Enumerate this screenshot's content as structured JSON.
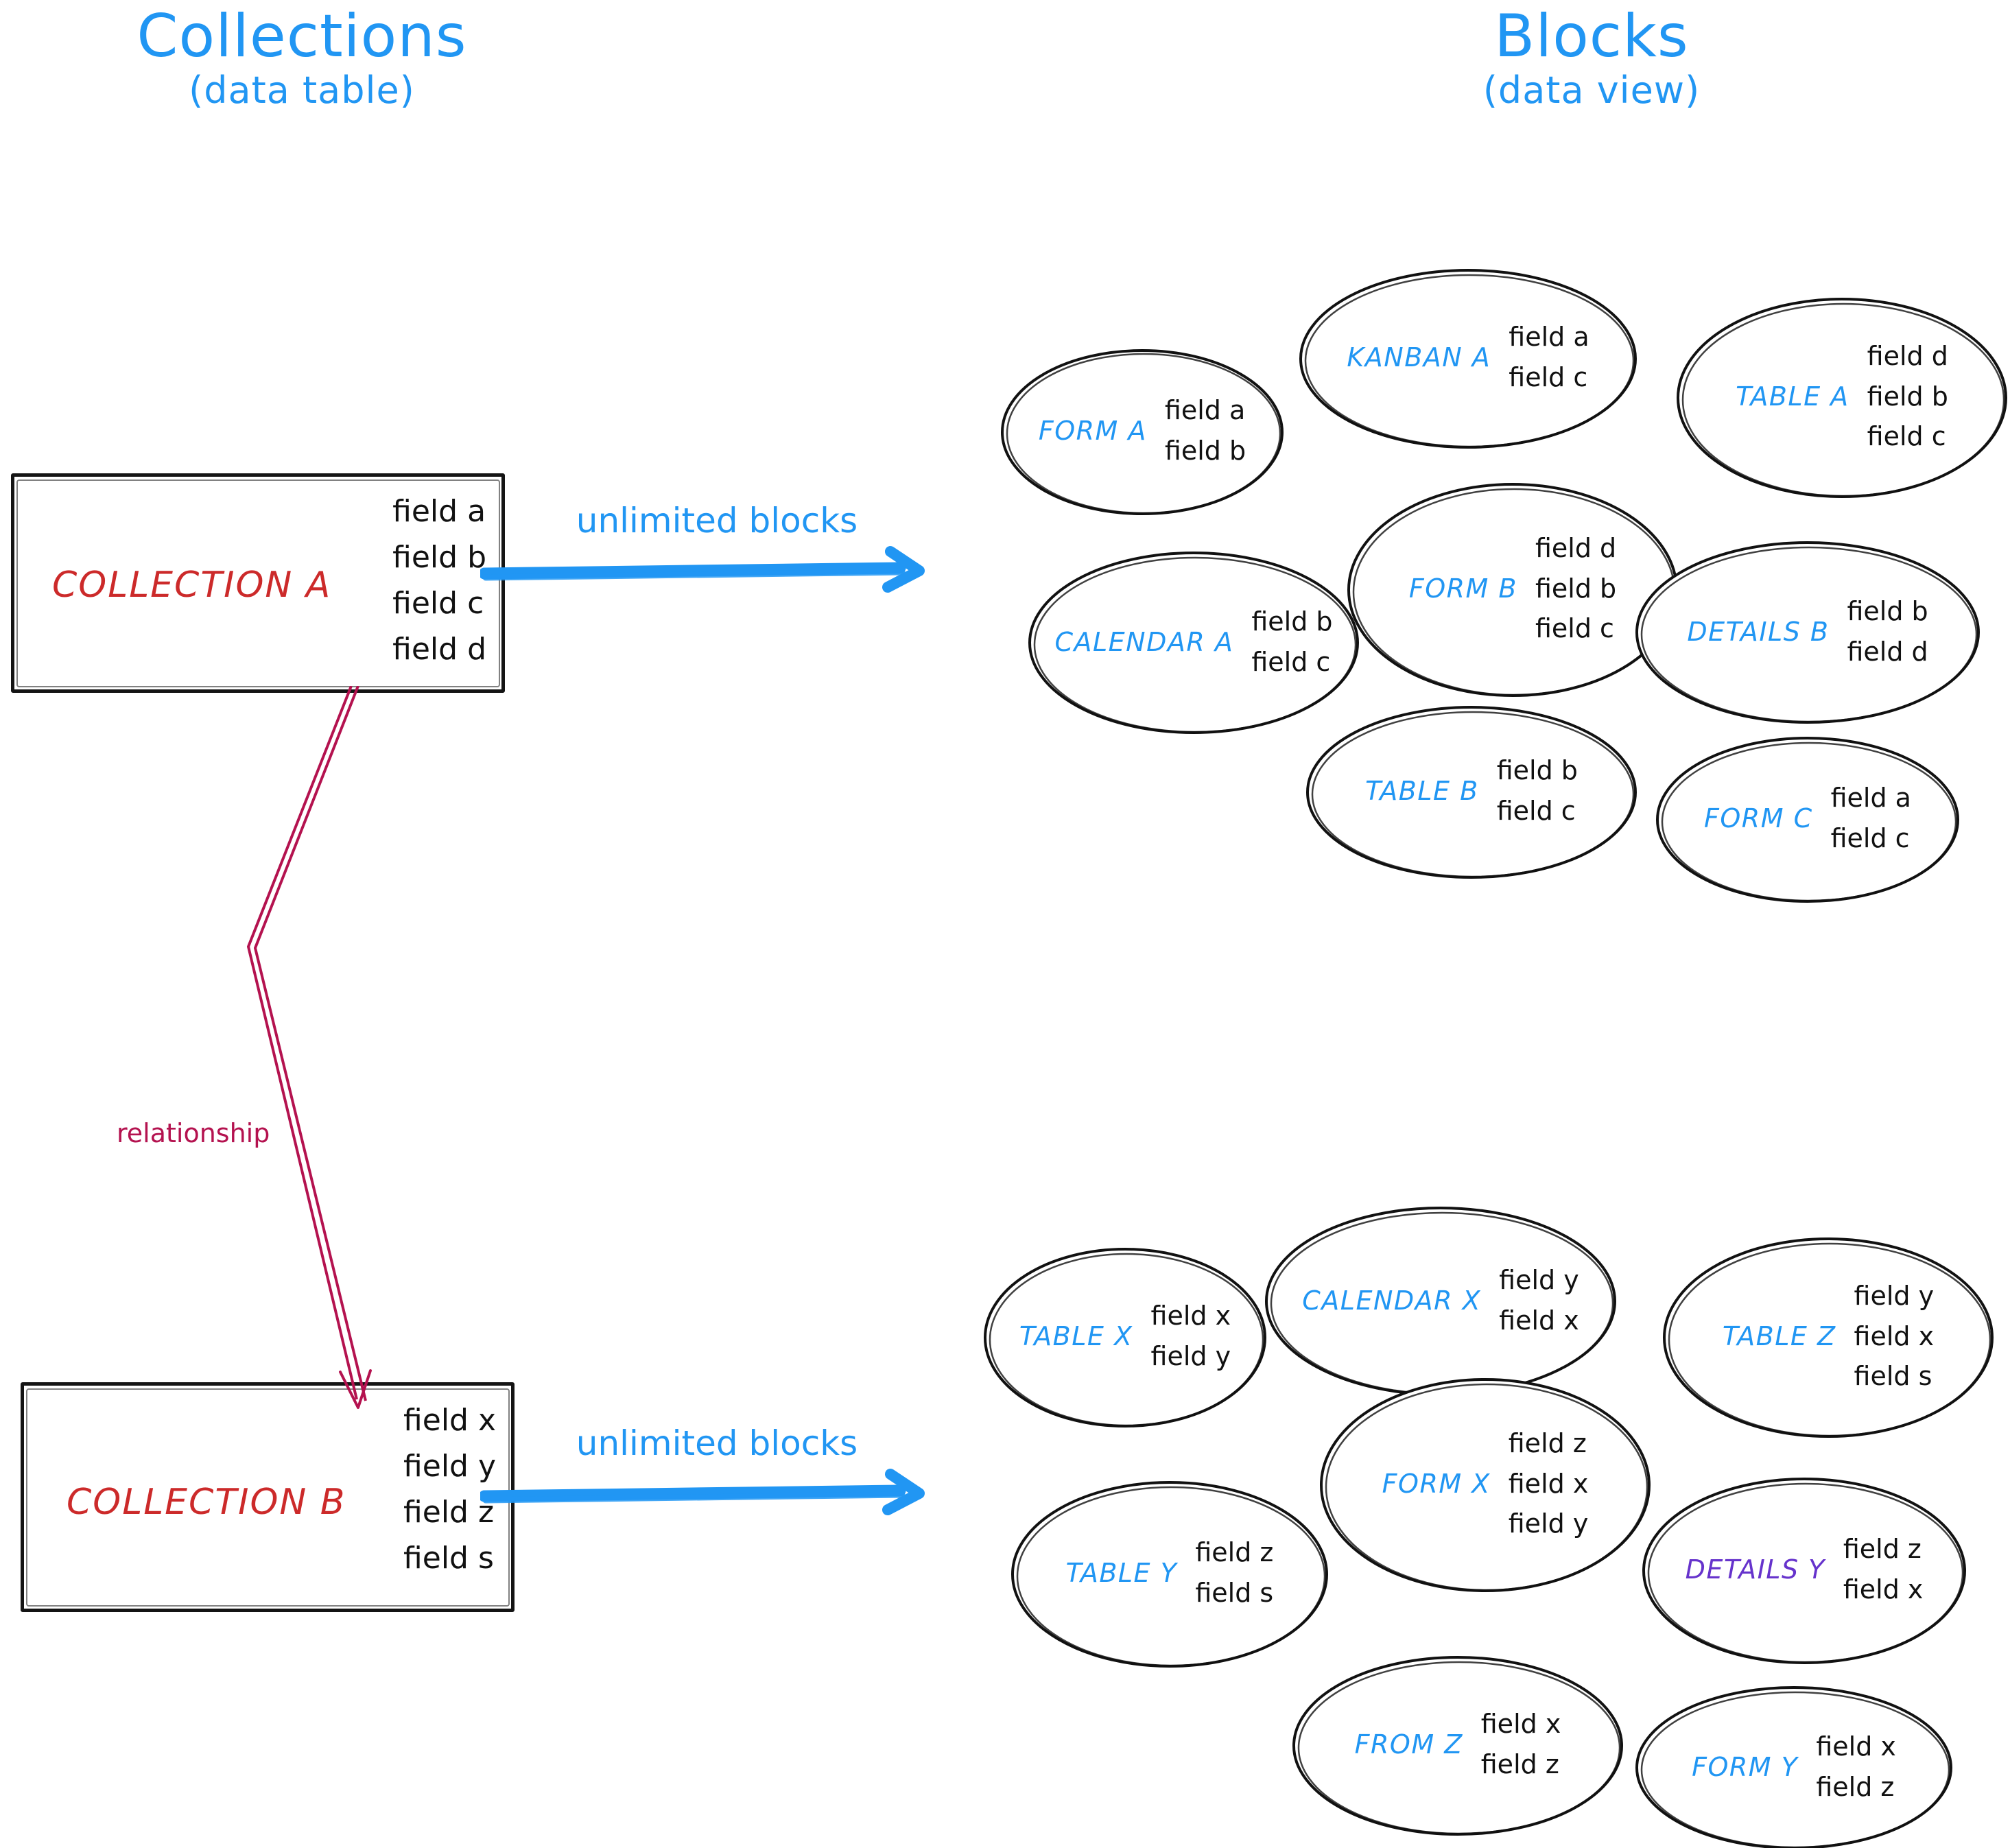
{
  "headings": {
    "left": {
      "title": "Collections",
      "subtitle": "(data table)"
    },
    "right": {
      "title": "Blocks",
      "subtitle": "(data view)"
    }
  },
  "colors": {
    "accent_blue": "#2196f3",
    "collection_red": "#cc2a2a",
    "relationship_crimson": "#b4124f",
    "details_purple": "#6633cc",
    "ink_black": "#111111"
  },
  "collections": [
    {
      "name": "COLLECTION A",
      "fields": [
        "field a",
        "field b",
        "field c",
        "field d"
      ]
    },
    {
      "name": "COLLECTION B",
      "fields": [
        "field x",
        "field y",
        "field z",
        "field s"
      ]
    }
  ],
  "arrows": {
    "a_label": "unlimited blocks",
    "b_label": "unlimited blocks"
  },
  "relationship": {
    "label": "relationship"
  },
  "blocks_group_a": [
    {
      "label": "FORM A",
      "color": "blue",
      "fields": [
        "field a",
        "field b"
      ]
    },
    {
      "label": "KANBAN A",
      "color": "blue",
      "fields": [
        "field a",
        "field c"
      ]
    },
    {
      "label": "TABLE A",
      "color": "blue",
      "fields": [
        "field d",
        "field b",
        "field c"
      ]
    },
    {
      "label": "CALENDAR A",
      "color": "blue",
      "fields": [
        "field b",
        "field c"
      ]
    },
    {
      "label": "FORM B",
      "color": "blue",
      "fields": [
        "field d",
        "field b",
        "field c"
      ]
    },
    {
      "label": "DETAILS B",
      "color": "blue",
      "fields": [
        "field b",
        "field d"
      ]
    },
    {
      "label": "TABLE B",
      "color": "blue",
      "fields": [
        "field b",
        "field c"
      ]
    },
    {
      "label": "FORM C",
      "color": "blue",
      "fields": [
        "field a",
        "field c"
      ]
    }
  ],
  "blocks_group_b": [
    {
      "label": "TABLE X",
      "color": "blue",
      "fields": [
        "field x",
        "field y"
      ]
    },
    {
      "label": "CALENDAR X",
      "color": "blue",
      "fields": [
        "field y",
        "field x"
      ]
    },
    {
      "label": "TABLE Z",
      "color": "blue",
      "fields": [
        "field y",
        "field x",
        "field s"
      ]
    },
    {
      "label": "TABLE Y",
      "color": "blue",
      "fields": [
        "field z",
        "field s"
      ]
    },
    {
      "label": "FORM X",
      "color": "blue",
      "fields": [
        "field z",
        "field x",
        "field y"
      ]
    },
    {
      "label": "DETAILS Y",
      "color": "purple",
      "fields": [
        "field z",
        "field x"
      ]
    },
    {
      "label": "FROM Z",
      "color": "blue",
      "fields": [
        "field x",
        "field z"
      ]
    },
    {
      "label": "FORM Y",
      "color": "blue",
      "fields": [
        "field x",
        "field z"
      ]
    }
  ]
}
